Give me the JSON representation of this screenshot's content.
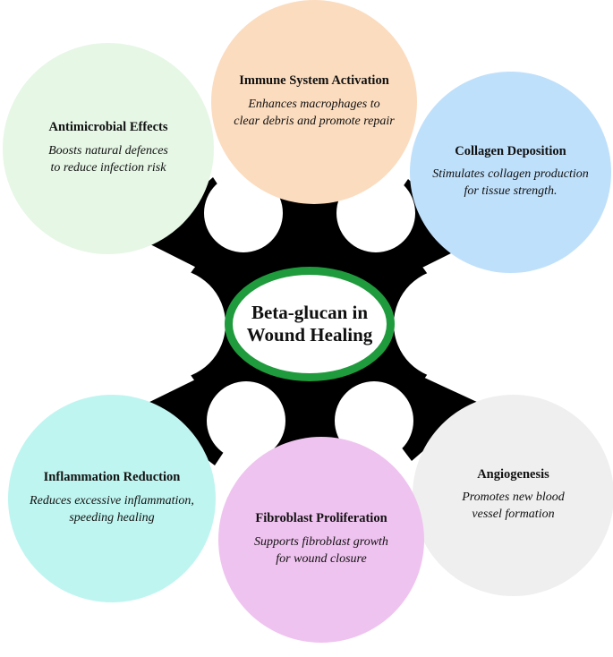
{
  "center": {
    "title": "Beta-glucan in\nWound Healing",
    "ring_color": "#1f9a3c"
  },
  "connector_color": "#000000",
  "nodes": [
    {
      "id": "immune",
      "title": "Immune System Activation",
      "description": "Enhances macrophages to\nclear debris and promote repair",
      "color": "#fbdcbf"
    },
    {
      "id": "antimicrobial",
      "title": "Antimicrobial Effects",
      "description": "Boosts natural defences\nto reduce infection risk",
      "color": "#e6f7e6"
    },
    {
      "id": "collagen",
      "title": "Collagen Deposition",
      "description": "Stimulates collagen production\nfor tissue strength.",
      "color": "#bfe0fb"
    },
    {
      "id": "inflammation",
      "title": "Inflammation Reduction",
      "description": "Reduces excessive inflammation,\nspeeding healing",
      "color": "#bff5f0"
    },
    {
      "id": "angiogenesis",
      "title": "Angiogenesis",
      "description": "Promotes new blood\nvessel formation",
      "color": "#efefef"
    },
    {
      "id": "fibroblast",
      "title": "Fibroblast Proliferation",
      "description": "Supports fibroblast growth\nfor wound closure",
      "color": "#efc3ef"
    }
  ]
}
